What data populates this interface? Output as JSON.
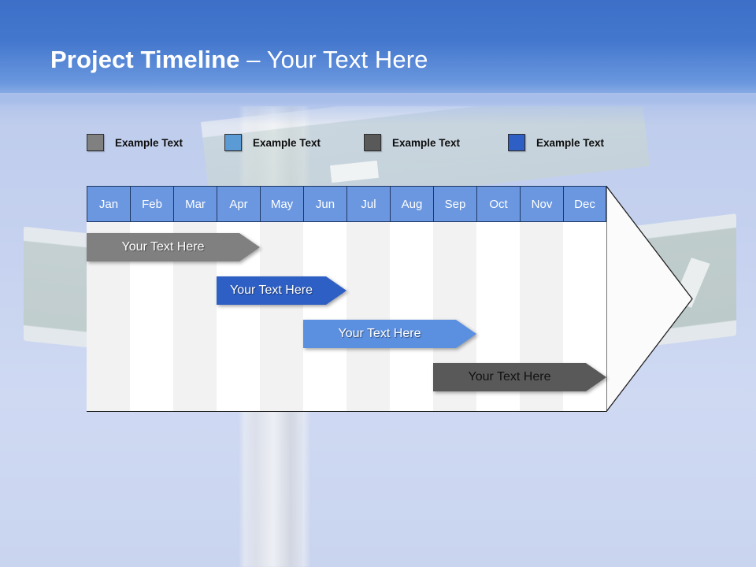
{
  "slide": {
    "title_bold": "Project Timeline",
    "title_rest": " – Your Text Here",
    "header_color": "#4377cd",
    "background_color": "#c6d2ef"
  },
  "legend": {
    "items": [
      {
        "label": "Example Text",
        "color": "#808080",
        "x": 0
      },
      {
        "label": "Example Text",
        "color": "#5b9bd5",
        "x": 175
      },
      {
        "label": "Example Text",
        "color": "#595959",
        "x": 352
      },
      {
        "label": "Example Text",
        "color": "#2e5fc4",
        "x": 535
      }
    ]
  },
  "chart_data": {
    "type": "bar",
    "title": "Project Timeline – Your Text Here",
    "xlabel": "",
    "ylabel": "",
    "grid": true,
    "legend_position": "top",
    "categories": [
      "Jan",
      "Feb",
      "Mar",
      "Apr",
      "May",
      "Jun",
      "Jul",
      "Aug",
      "Sep",
      "Oct",
      "Nov",
      "Dec"
    ],
    "header_fill": "#6a97e0",
    "header_text_color": "#ffffff",
    "column_fills": [
      "#f2f2f2",
      "#ffffff"
    ],
    "series": [
      {
        "name": "Example Text",
        "label": "Your  Text Here",
        "color": "#808080",
        "text_color": "#ffffff",
        "start_month": "Jan",
        "end_month": "Apr",
        "start_index": 0,
        "end_index": 4,
        "row": 0
      },
      {
        "name": "Example Text",
        "label": "Your  Text Here",
        "color": "#2e5fc4",
        "text_color": "#ffffff",
        "start_month": "Apr",
        "end_month": "Jun",
        "start_index": 3,
        "end_index": 6,
        "row": 1
      },
      {
        "name": "Example Text",
        "label": "Your  Text Here",
        "color": "#5b8fe0",
        "text_color": "#ffffff",
        "start_month": "Jun",
        "end_month": "Sep",
        "start_index": 5,
        "end_index": 9,
        "row": 2
      },
      {
        "name": "Example Text",
        "label": "Your  Text Here",
        "color": "#595959",
        "text_color": "#111111",
        "start_month": "Sep",
        "end_month": "Dec",
        "start_index": 8,
        "end_index": 12,
        "row": 3
      }
    ]
  }
}
